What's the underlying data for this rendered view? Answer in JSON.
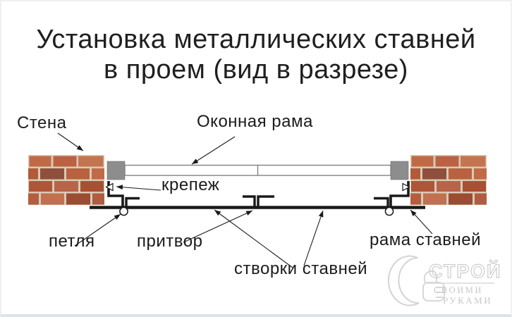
{
  "title": {
    "line1": "Установка металлических ставней",
    "line2": "в проем (вид в разрезе)"
  },
  "labels": {
    "wall": "Стена",
    "window_frame": "Оконная рама",
    "fastener": "крепеж",
    "hinge": "петля",
    "rebate": "притвор",
    "shutter_leaves": "створки ставней",
    "shutter_frame": "рама ставней"
  },
  "watermark": {
    "brand": "СТРОЙ",
    "tagline_word1": "СВОИМИ",
    "tagline_word2": "РУКАМИ"
  },
  "colors": {
    "diagram_black": "#1a1a1a",
    "metal_anchor_gray": "#8d8d8d",
    "window_frame_line": "#7a7a7a",
    "brick_base": "#b96040",
    "mortar": "#d7cab5",
    "watermark_gray": "#cfcfcf",
    "background": "#ffffff"
  }
}
